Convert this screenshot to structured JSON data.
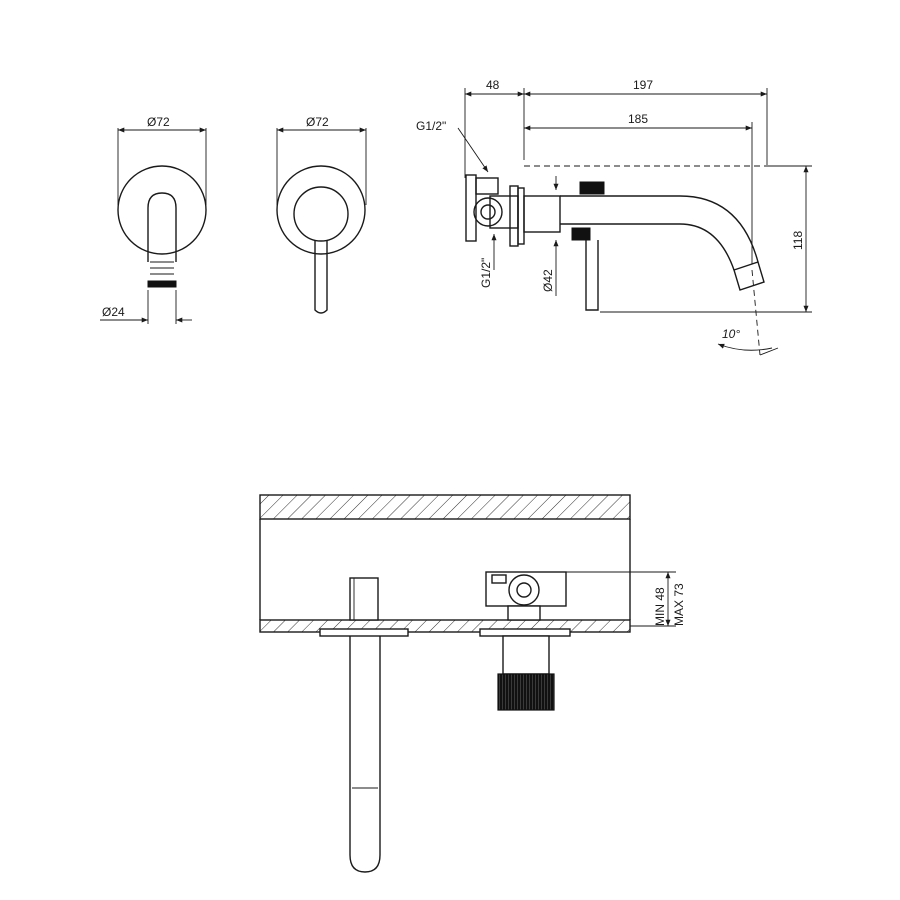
{
  "views": {
    "spout_front": {
      "outer_dia_label": "Ø72",
      "spout_dia_label": "Ø24"
    },
    "lever_front": {
      "outer_dia_label": "Ø72"
    },
    "side": {
      "depth_label": "48",
      "overall_length_label": "197",
      "spout_reach_label": "185",
      "height_label": "118",
      "thread_top_label": "G1/2\"",
      "thread_side_label": "G1/2\"",
      "handle_dia_label": "Ø42",
      "angle_label": "10°"
    },
    "installation": {
      "min_label": "MIN 48",
      "max_label": "MAX 73"
    }
  }
}
